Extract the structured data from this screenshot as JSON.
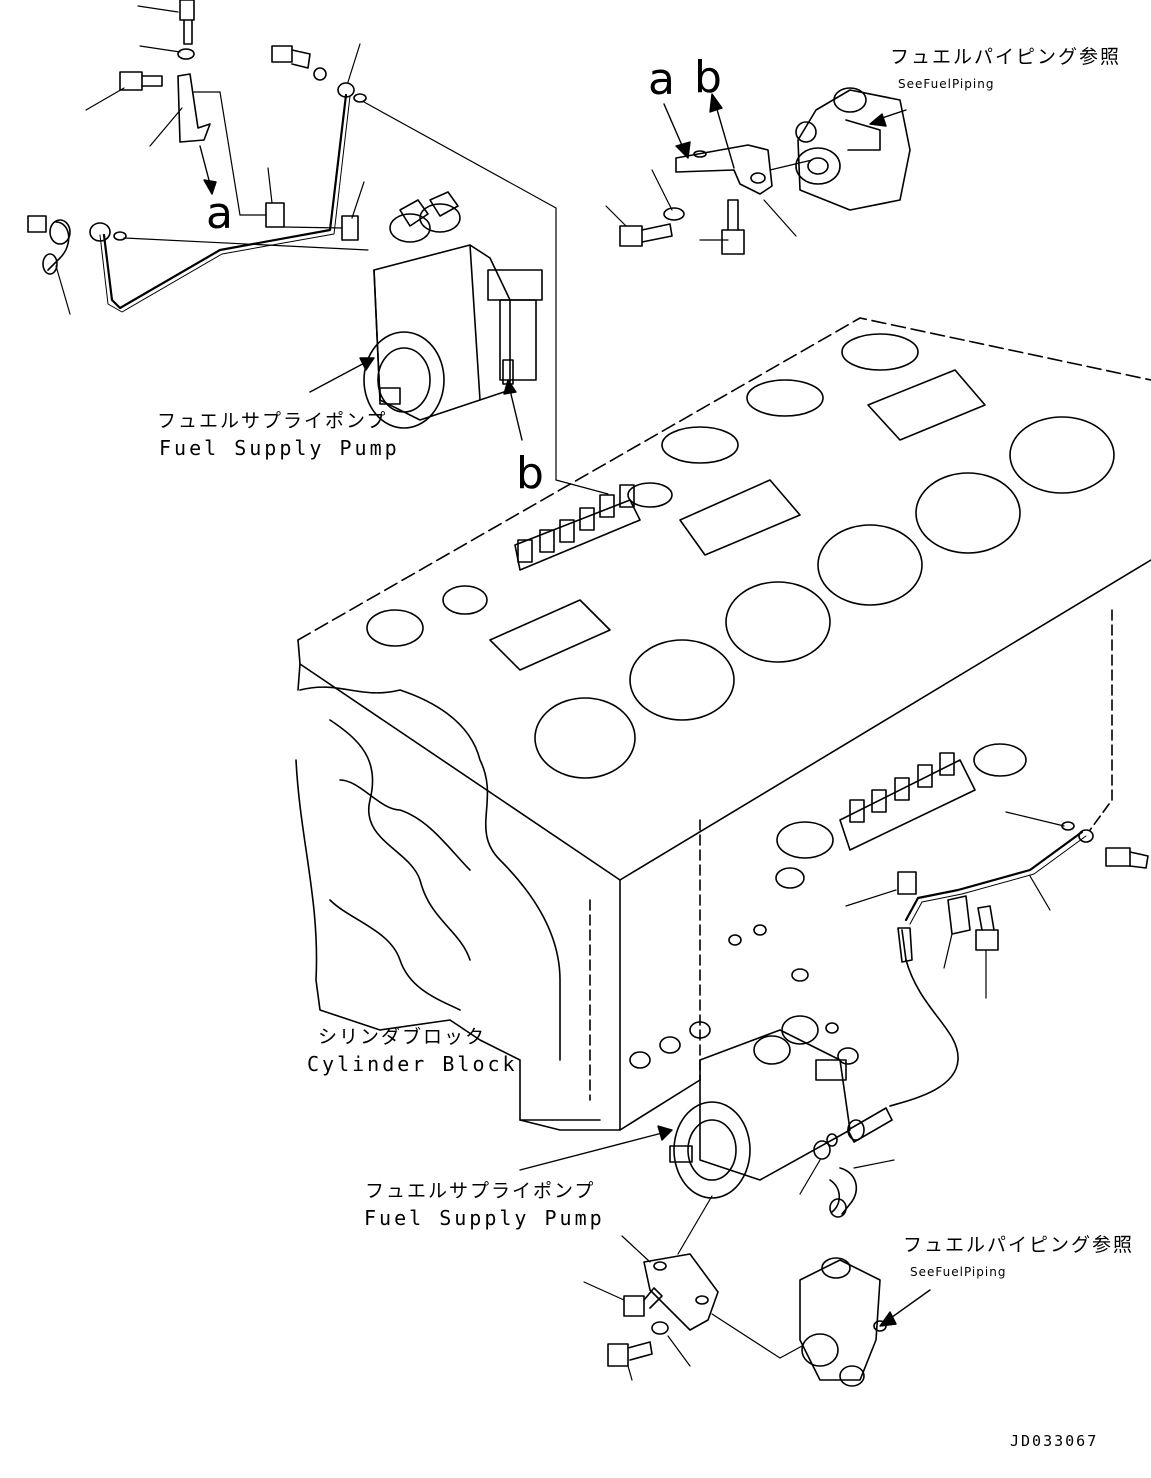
{
  "drawing_id": "JD033067",
  "callouts": {
    "arrow_a_upper": "a",
    "arrow_a_lower": "a",
    "arrow_b_upper": "b",
    "arrow_b_lower": "b"
  },
  "labels": {
    "fuel_piping_ref_top_jp": "フュエルパイピング参照",
    "fuel_piping_ref_top_en": "SeeFuelPiping",
    "fuel_piping_ref_bottom_jp": "フュエルパイピング参照",
    "fuel_piping_ref_bottom_en": "SeeFuelPiping",
    "supply_pump_top_jp": "フュエルサプライポンプ",
    "supply_pump_top_en": "Fuel Supply Pump",
    "supply_pump_bottom_jp": "フュエルサプライポンプ",
    "supply_pump_bottom_en": "Fuel Supply Pump",
    "cylinder_block_jp": "シリンダブロック",
    "cylinder_block_en": "Cylinder Block"
  }
}
